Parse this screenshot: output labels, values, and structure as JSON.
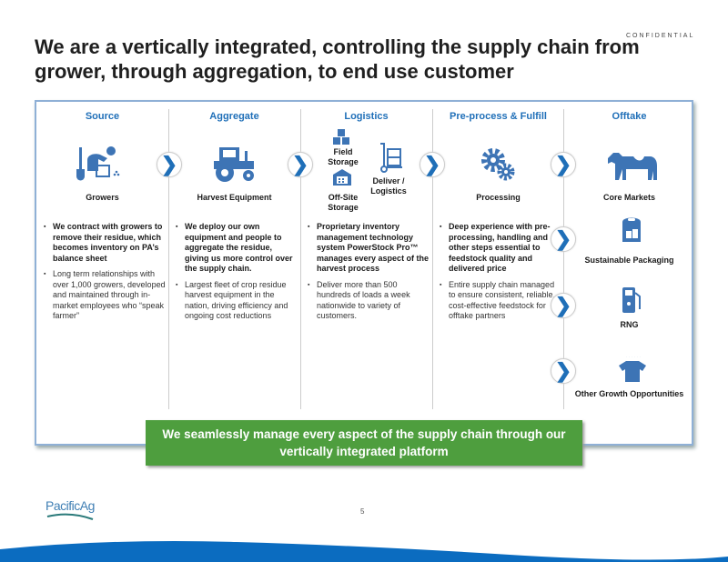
{
  "confidential": "CONFIDENTIAL",
  "title": "We are a vertically integrated, controlling the supply chain from grower, through aggregation, to end use customer",
  "columns": [
    {
      "header": "Source",
      "label": "Growers",
      "bullets": [
        {
          "text": "We contract with growers to remove their residue, which becomes inventory on PA’s balance sheet"
        },
        {
          "text": "Long term relationships with over 1,000 growers, developed and maintained through in-market employees who “speak farmer”"
        }
      ]
    },
    {
      "header": "Aggregate",
      "label": "Harvest Equipment",
      "bullets": [
        {
          "text": "We deploy our own equipment and people to aggregate the residue, giving us more control over the supply chain."
        },
        {
          "text": "Largest fleet of crop residue harvest equipment in the nation, driving efficiency and ongoing cost reductions"
        }
      ]
    },
    {
      "header": "Logistics",
      "labels": {
        "field": "Field Storage",
        "offsite": "Off-Site Storage",
        "deliver": "Deliver / Logistics"
      },
      "bullets": [
        {
          "text": "Proprietary inventory management technology system PowerStock Pro™ manages every aspect of the harvest process"
        },
        {
          "text": "Deliver more than 500 hundreds of loads a week nationwide to variety of customers."
        }
      ]
    },
    {
      "header": "Pre-process & Fulfill",
      "label": "Processing",
      "bullets": [
        {
          "text": "Deep experience with pre-processing, handling and other steps essential to feedstock quality and delivered price"
        },
        {
          "text": "Entire supply chain managed to ensure consistent, reliable, cost-effective feedstock for offtake partners"
        }
      ]
    },
    {
      "header": "Offtake",
      "markets": [
        "Core Markets",
        "Sustainable Packaging",
        "RNG",
        "Other Growth Opportunities"
      ]
    }
  ],
  "arrow_glyph": "❯",
  "banner": "We seamlessly manage every aspect of the supply chain through our vertically integrated platform",
  "logo": "PacificAg",
  "page_number": "5",
  "colors": {
    "accent": "#1f6fb8",
    "green": "#4e9e3e",
    "wave": "#0b6cc0"
  }
}
